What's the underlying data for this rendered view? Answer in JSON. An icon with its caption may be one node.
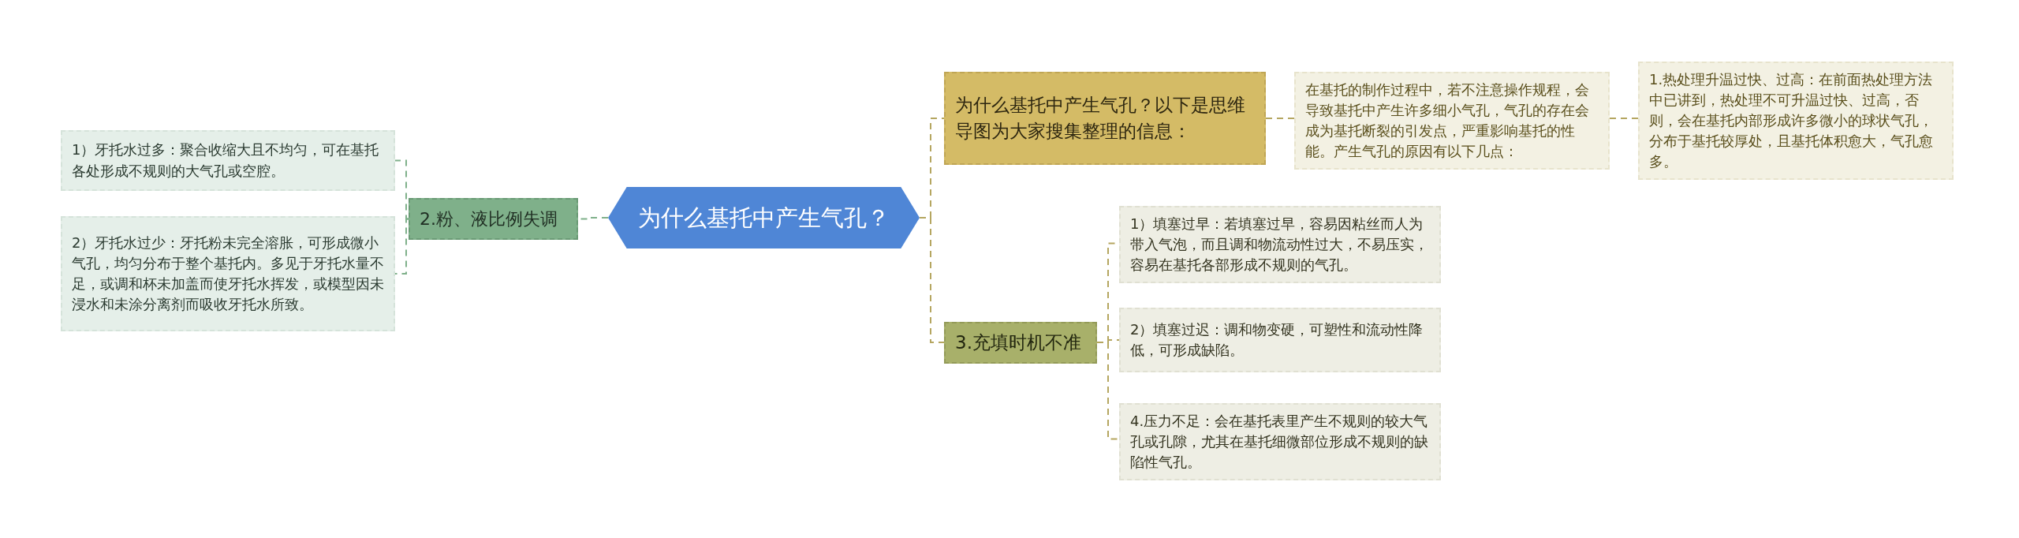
{
  "diagram": {
    "nodes": [
      {
        "text": [
          "为什么基托中产生气孔？"
        ]
      },
      {
        "text": [
          "2.粉、液比例失调"
        ]
      },
      {
        "text": [
          "1）牙托水过多：聚合收缩大且不均匀，可在基托各处形成不规则的大气孔或空腔。"
        ]
      },
      {
        "text": [
          "2）牙托水过少：牙托粉未完全溶胀，可形成微小气孔，均匀分布于整个基托内。多见于牙托水量不足，或调和杯未加盖而使牙托水挥发，或模型因未浸水和未涂分离剂而吸收牙托水所致。"
        ]
      },
      {
        "text": [
          "为什么基托中产生气孔？以下是思维导图为大家搜集整理的信息："
        ]
      },
      {
        "text": [
          "在基托的制作过程中，若不注意操作规程，会导致基托中产生许多细小气孔，气孔的存在会成为基托断裂的引发点，严重影响基托的性能。产生气孔的原因有以下几点："
        ]
      },
      {
        "text": [
          "1.热处理升温过快、过高：在前面热处理方法中已讲到，热处理不可升温过快、过高，否则，会在基托内部形成许多微小的球状气孔，分布于基托较厚处，且基托体积愈大，气孔愈多。"
        ]
      },
      {
        "text": [
          "3.充填时机不准"
        ]
      },
      {
        "text": [
          "1）填塞过早：若填塞过早，容易因粘丝而人为带入气泡，而且调和物流动性过大，不易压实，容易在基托各部形成不规则的气孔。"
        ]
      },
      {
        "text": [
          "2）填塞过迟：调和物变硬，可塑性和流动性降低，可形成缺陷。"
        ]
      },
      {
        "text": [
          "4.压力不足：会在基托表里产生不规则的较大气孔或孔隙，尤其在基托细微部位形成不规则的缺陷性气孔。"
        ]
      }
    ],
    "edges": [
      {
        "from": 0,
        "to": 1,
        "arrow": "none",
        "style": "dashed",
        "color": "#7fb08a"
      },
      {
        "from": 1,
        "to": 2,
        "arrow": "none",
        "style": "dashed",
        "color": "#7fb08a"
      },
      {
        "from": 1,
        "to": 3,
        "arrow": "none",
        "style": "dashed",
        "color": "#7fb08a"
      },
      {
        "from": 0,
        "to": 4,
        "arrow": "none",
        "style": "dashed"
      },
      {
        "from": 4,
        "to": 5,
        "arrow": "none",
        "style": "dashed"
      },
      {
        "from": 5,
        "to": 6,
        "arrow": "none",
        "style": "dashed"
      },
      {
        "from": 0,
        "to": 7,
        "arrow": "none",
        "style": "dashed"
      },
      {
        "from": 7,
        "to": 8,
        "arrow": "none",
        "style": "dashed"
      },
      {
        "from": 7,
        "to": 9,
        "arrow": "none",
        "style": "dashed"
      },
      {
        "from": 7,
        "to": 10,
        "arrow": "none",
        "style": "dashed"
      }
    ]
  }
}
